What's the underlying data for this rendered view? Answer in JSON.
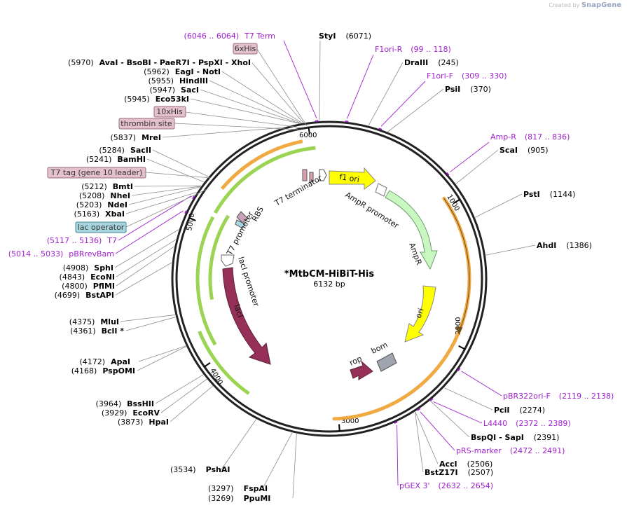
{
  "credit": {
    "prefix": "Created by",
    "brand": "SnapGene"
  },
  "plasmid": {
    "name": "*MtbCM-HiBiT-His",
    "length": "6132 bp"
  },
  "ticks": [
    "1000",
    "2000",
    "3000",
    "4000",
    "5000",
    "6000"
  ],
  "sites_right": [
    {
      "name": "StyI",
      "pos": "(6071)"
    },
    {
      "name": "DraIII",
      "pos": "(245)"
    },
    {
      "name": "PsiI",
      "pos": "(370)"
    },
    {
      "name": "ScaI",
      "pos": "(905)"
    },
    {
      "name": "PstI",
      "pos": "(1144)"
    },
    {
      "name": "AhdI",
      "pos": "(1386)"
    },
    {
      "name": "PciI",
      "pos": "(2274)"
    },
    {
      "name": "BspQI  -  SapI",
      "pos": "(2391)"
    },
    {
      "name": "AccI",
      "pos": "(2506)"
    },
    {
      "name": "BstZ17I",
      "pos": "(2507)"
    },
    {
      "name": "PshAI",
      "pos": "(3534)"
    },
    {
      "name": "FspAI",
      "pos": "(3297)"
    },
    {
      "name": "PpuMI",
      "pos": "(3269)"
    }
  ],
  "sites_left": [
    {
      "pos": "(5970)",
      "name": "AvaI   -  BsoBI   -  PaeR7I   -  PspXI   -  XhoI"
    },
    {
      "pos": "(5962)",
      "name": "EagI   -  NotI"
    },
    {
      "pos": "(5955)",
      "name": "HindIII"
    },
    {
      "pos": "(5947)",
      "name": "SacI"
    },
    {
      "pos": "(5945)",
      "name": "Eco53kI"
    },
    {
      "pos": "(5837)",
      "name": "MreI"
    },
    {
      "pos": "(5284)",
      "name": "SacII"
    },
    {
      "pos": "(5241)",
      "name": "BamHI"
    },
    {
      "pos": "(5212)",
      "name": "BmtI"
    },
    {
      "pos": "(5208)",
      "name": "NheI"
    },
    {
      "pos": "(5203)",
      "name": "NdeI"
    },
    {
      "pos": "(5163)",
      "name": "XbaI"
    },
    {
      "pos": "(4908)",
      "name": "SphI"
    },
    {
      "pos": "(4843)",
      "name": "EcoNI"
    },
    {
      "pos": "(4800)",
      "name": "PflMI"
    },
    {
      "pos": "(4699)",
      "name": "BstAPI"
    },
    {
      "pos": "(4375)",
      "name": "MluI"
    },
    {
      "pos": "(4361)",
      "name": "BclI *"
    },
    {
      "pos": "(4172)",
      "name": "ApaI"
    },
    {
      "pos": "(4168)",
      "name": "PspOMI"
    },
    {
      "pos": "(3964)",
      "name": "BssHII"
    },
    {
      "pos": "(3929)",
      "name": "EcoRV"
    },
    {
      "pos": "(3873)",
      "name": "HpaI"
    }
  ],
  "primers": [
    {
      "name": "T7 Term",
      "range": "(6046 .. 6064)"
    },
    {
      "name": "F1ori-R",
      "range": "(99 .. 118)"
    },
    {
      "name": "F1ori-F",
      "range": "(309 .. 330)"
    },
    {
      "name": "Amp-R",
      "range": "(817 .. 836)"
    },
    {
      "name": "pBR322ori-F",
      "range": "(2119 .. 2138)"
    },
    {
      "name": "L4440",
      "range": "(2372 .. 2389)"
    },
    {
      "name": "pRS-marker",
      "range": "(2472 .. 2491)"
    },
    {
      "name": "pGEX 3'",
      "range": "(2632 .. 2654)"
    },
    {
      "name": "T7",
      "range": "(5117 .. 5136)"
    },
    {
      "name": "pBRrevBam",
      "range": "(5014 .. 5033)"
    }
  ],
  "tags": [
    "6xHis",
    "10xHis",
    "thrombin site",
    "T7 tag (gene 10 leader)",
    "lac operator"
  ],
  "features": [
    "f1 ori",
    "AmpR promoter",
    "AmpR",
    "ori",
    "rop",
    "bom",
    "lacI",
    "lacI promoter",
    "T7 promoter",
    "RBS",
    "T7 terminator"
  ],
  "colors": {
    "primer": "#a020d0",
    "tag_bg": "#e3c0cc",
    "lacop_bg": "#a8d6e0",
    "f1ori": "#ffff00",
    "ampr": "#c8f7c0",
    "laci": "#963058",
    "orange_arc": "#f0a030",
    "green_arc": "#8fcf3f",
    "bom": "#a0a4ac"
  }
}
